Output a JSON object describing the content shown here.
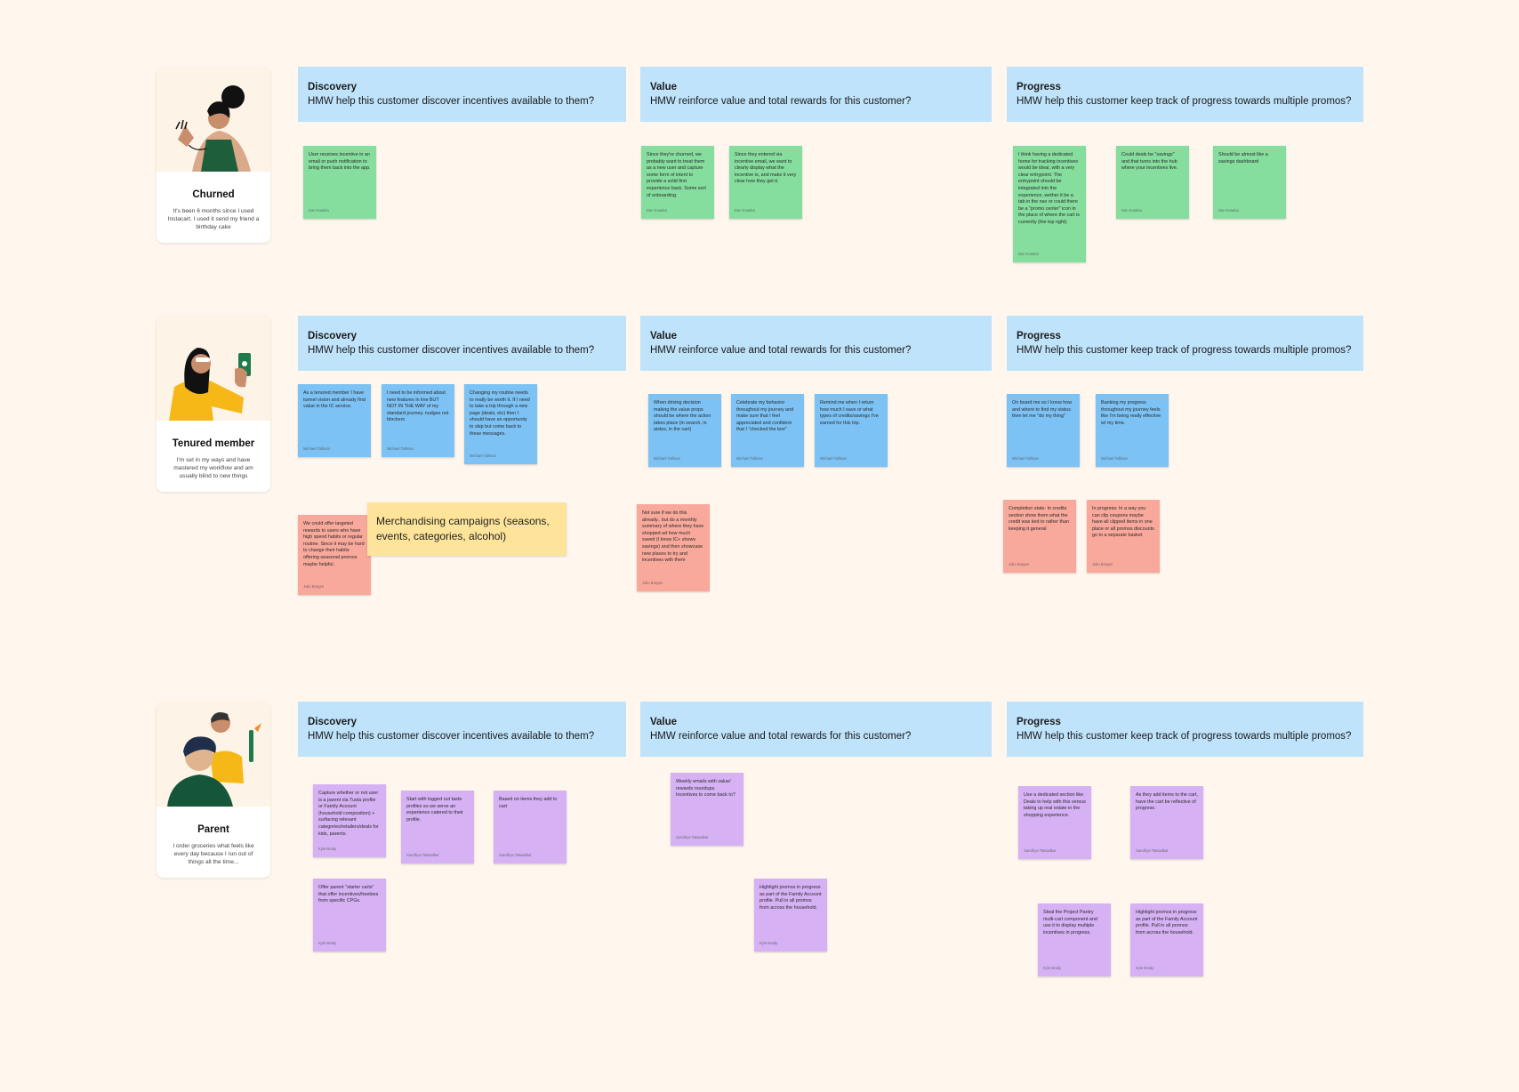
{
  "sections": [
    {
      "persona": {
        "name": "Churned",
        "description": "It's been 6 months since I used Instacart. I used it send my friend a birthday cake"
      },
      "banners": [
        {
          "title": "Discovery",
          "question": "HMW help this customer discover incentives available to them?"
        },
        {
          "title": "Value",
          "question": "HMW reinforce value and total rewards for this customer?"
        },
        {
          "title": "Progress",
          "question": "HMW help this customer keep track of progress towards multiple promos?"
        }
      ],
      "notes": [
        {
          "text": "User receives incentive in an email or push notification to bring them back into the app.",
          "author": "Dan Kuseka"
        },
        {
          "text": "Since they're churned, we probably want to treat them as a new user and capture some form of intent to provide a solid first experience back. Some sort of onboarding.",
          "author": "Dan Kuseka"
        },
        {
          "text": "Since they entered via incentive email, we want to clearly display what the incentive is, and make it very clear how they get it.",
          "author": "Dan Kuseka"
        },
        {
          "text": "I think having a dedicated home for tracking incentives would be ideal, with a very clear entrypoint. The entrypoint should be integrated into the experience, wether it be a tab in the nav or could there be a \"promo center\" icon in the place of where the cart is currently (the top right).",
          "author": "Dan Kuseka"
        },
        {
          "text": "Could deals be \"savings\" and that turns into the hub where your incentives live.",
          "author": "Dan Kuseka"
        },
        {
          "text": "Should be almost like a savings dashboard",
          "author": "Dan Kuseka"
        }
      ]
    },
    {
      "persona": {
        "name": "Tenured member",
        "description": "I'm set in my ways and have mastered my workflow and am usually blind to new things"
      },
      "banners": [
        {
          "title": "Discovery",
          "question": "HMW help this customer discover incentives available to them?"
        },
        {
          "title": "Value",
          "question": "HMW reinforce value and total rewards for this customer?"
        },
        {
          "title": "Progress",
          "question": "HMW help this customer keep track of progress towards multiple promos?"
        }
      ],
      "notes": [
        {
          "text": "As a tenured member I have tunnel vision and already find value in the IC service.",
          "author": "Michael Tallman"
        },
        {
          "text": "I need to be informed about new features in line BUT NOT IN THE WAY of my standard journey. nudges not blockers",
          "author": "Michael Tallman"
        },
        {
          "text": "Changing my routine needs to really be worth it. If I need to take a trip through a new page (deals, etc) then I should have an opportunity to skip but come back to these messages.",
          "author": "Michael Tallman"
        },
        {
          "text": "When driving decision making the value props should be where the action takes place (in search, in aisles, in the cart)",
          "author": "Michael Tallman"
        },
        {
          "text": "Celebrate my behavior throughout my journey and make sure that I feel appreciated and confident that I \"checked the box\"",
          "author": "Michael Tallman"
        },
        {
          "text": "Remind me when I return how much I save or what types of credits/savings I've earned for this trip.",
          "author": "Michael Tallman"
        },
        {
          "text": "On board me so I know how and where to find my status then let me \"do my thing\"",
          "author": "Michael Tallman"
        },
        {
          "text": "Banking my progress throughout my journey feels like I'm being really effective w/ my time.",
          "author": "Michael Tallman"
        },
        {
          "text": "We could offer targeted rewards to users who have high spend habits or regular routine. Since it may be hard to change their habits offering seasonal promos maybe helpful.",
          "author": "Julio Borges"
        },
        {
          "text": "Merchandising campaigns (seasons, events, categories, alcohol)",
          "author": ""
        },
        {
          "text": "Not sure if we do this already.. but do a monthly summary of where they have shopped ad how much saved (I know IC+ shows savings) and then showcase new places to try and incentives with them",
          "author": "Julio Borges"
        },
        {
          "text": "Completion state: In credits section show them what the credit was tied to rather than keeping it general",
          "author": "Julio Borges"
        },
        {
          "text": "In progress: In a way you can clip coupons maybe have all clipped items in one place or all promos discounts go to a separate basket",
          "author": "Julio Borges"
        }
      ]
    },
    {
      "persona": {
        "name": "Parent",
        "description": "I order groceries what feels like every day because I run out of things all the time..."
      },
      "banners": [
        {
          "title": "Discovery",
          "question": "HMW help this customer discover incentives available to them?"
        },
        {
          "title": "Value",
          "question": "HMW reinforce value and total rewards for this customer?"
        },
        {
          "title": "Progress",
          "question": "HMW help this customer keep track of progress towards multiple promos?"
        }
      ],
      "notes": [
        {
          "text": "Capture whether or not user is a parent via Tusta profile or Family Account (household composition) + surfacing relevant categories/retailers/deals for kids, parents.",
          "author": "Kyle Brady"
        },
        {
          "text": "Start with logged out taste profiles so we serve an experience catered to their profile.",
          "author": "Sandhya Tatwadkar"
        },
        {
          "text": "Based on items they add to cart",
          "author": "Sandhya Tatwadkar"
        },
        {
          "text": "Offer parent \"starter carts\" that offer incentives/freebies from specific CPGs.",
          "author": "Kyle Brady"
        },
        {
          "text": "Weekly emails with value/ rewards roundups. Incentives to come back to?",
          "author": "Sandhya Tatwadkar"
        },
        {
          "text": "Highlight promos in progress as part of the Family Account profile. Pull in all promos from across the household.",
          "author": "Kyle Brady"
        },
        {
          "text": "Use a dedicated section like Deals to help with this versus taking up real estate in the shopping experience.",
          "author": "Sandhya Tatwadkar"
        },
        {
          "text": "As they add items to the cart, have the cart be reflective of progress.",
          "author": "Sandhya Tatwadkar"
        },
        {
          "text": "Steal the Project Pantry multi-cart component and use it to display multiple incentives in progress.",
          "author": "Kyle Brady"
        },
        {
          "text": "Highlight promos in progress as part of the Family Account profile. Pull in all promos from across the household.",
          "author": "Kyle Brady"
        }
      ]
    }
  ]
}
